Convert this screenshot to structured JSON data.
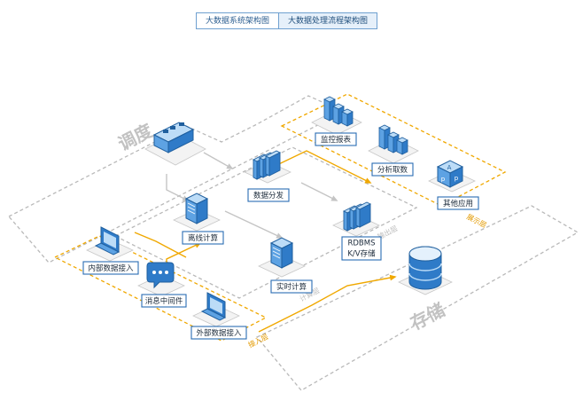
{
  "tabs": [
    {
      "label": "大数据系统架构图",
      "active": false
    },
    {
      "label": "大数据处理流程架构图",
      "active": true
    }
  ],
  "zones": {
    "schedule": "调度",
    "storage": "存储",
    "display_layer": "展示层",
    "output_layer": "输出层",
    "compute_layer": "计算层",
    "ingest_layer": "接入层"
  },
  "nodes": {
    "monitor_report": "监控报表",
    "analysis_fetch": "分析取数",
    "other_apps": "其他应用",
    "data_distribution": "数据分发",
    "offline_compute": "离线计算",
    "realtime_compute": "实时计算",
    "rdbms_line1": "RDBMS",
    "rdbms_line2": "K/V存储",
    "internal_ingest": "内部数据接入",
    "message_middleware": "消息中间件",
    "external_ingest": "外部数据接入"
  },
  "colors": {
    "accent_blue": "#2a6db3",
    "icon_blue": "#4a90d9",
    "flow_orange": "#f0a800",
    "zone_gray": "#b9b9b9"
  }
}
